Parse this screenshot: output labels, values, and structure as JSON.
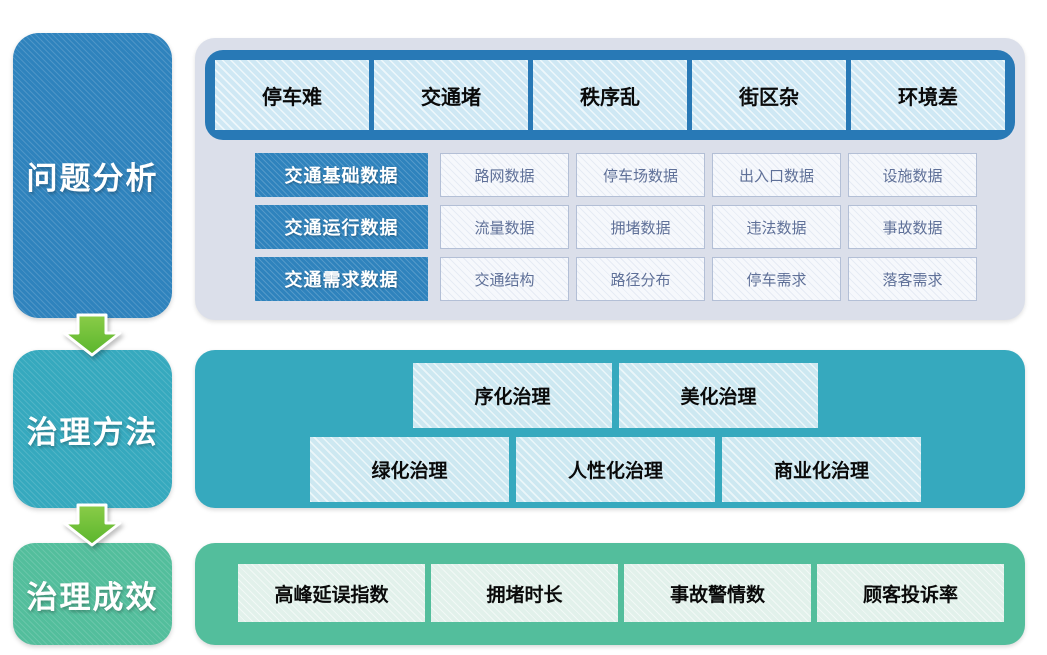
{
  "stages": [
    {
      "label": "问题分析"
    },
    {
      "label": "治理方法"
    },
    {
      "label": "治理成效"
    }
  ],
  "problems": {
    "items": [
      "停车难",
      "交通堵",
      "秩序乱",
      "街区杂",
      "环境差"
    ]
  },
  "data_rows": [
    {
      "label": "交通基础数据",
      "cells": [
        "路网数据",
        "停车场数据",
        "出入口数据",
        "设施数据"
      ]
    },
    {
      "label": "交通运行数据",
      "cells": [
        "流量数据",
        "拥堵数据",
        "违法数据",
        "事故数据"
      ]
    },
    {
      "label": "交通需求数据",
      "cells": [
        "交通结构",
        "路径分布",
        "停车需求",
        "落客需求"
      ]
    }
  ],
  "methods": {
    "row1": [
      "序化治理",
      "美化治理"
    ],
    "row2": [
      "绿化治理",
      "人性化治理",
      "商业化治理"
    ]
  },
  "effects": [
    "高峰延误指数",
    "拥堵时长",
    "事故警情数",
    "顾客投诉率"
  ],
  "colors": {
    "blue": "#2F83BD",
    "banner_blue": "#2879B6",
    "light_blue": "#CFE8F4",
    "lavender_panel": "#DBDFEA",
    "teal": "#36A9BE",
    "light_teal": "#CDE8F1",
    "green": "#53BE9C",
    "mint": "#E2F1EB",
    "arrow_green": "#63BA31"
  }
}
